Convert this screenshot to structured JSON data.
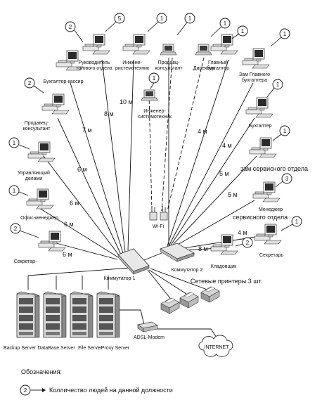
{
  "workstations": [
    {
      "label": [
        "Бухгалтер-кассир"
      ],
      "count": "2"
    },
    {
      "label": [
        "Руководитель",
        "тогового отдела"
      ],
      "count": "5"
    },
    {
      "label": [
        "Инжене-",
        "ристемотехник"
      ],
      "count": "1"
    },
    {
      "label": [
        "Продавц-",
        "консультант"
      ],
      "count": "1"
    },
    {
      "label": [
        "Директор"
      ],
      "count": "1"
    },
    {
      "label": [
        "Главный",
        "бухгалтер"
      ],
      "count": "1"
    },
    {
      "label": [
        "Зам Главного",
        "бухгалтера"
      ],
      "count": "1"
    },
    {
      "label": [
        "Продавец-",
        "консультант"
      ],
      "count": "2"
    },
    {
      "label": [
        "Инженер-",
        "системотехник"
      ],
      "count": "1"
    },
    {
      "label": [
        "Бухгалтер"
      ],
      "count": "1"
    },
    {
      "label": [
        "Управляющий",
        "делами"
      ],
      "count": "1"
    },
    {
      "label": [
        "зам сервисного отдела"
      ],
      "count": "1"
    },
    {
      "label": [
        "Офис-менеджер"
      ],
      "count": "1"
    },
    {
      "label": [
        "Менеджер",
        "сервисного отдела"
      ],
      "count": "3"
    },
    {
      "label": [
        "Секретар-"
      ],
      "count": "2"
    },
    {
      "label": [
        "Секретарь"
      ],
      "count": "1"
    },
    {
      "label": [
        "Кладовщик"
      ],
      "count": "2"
    }
  ],
  "distances": [
    "8 м",
    "10 м",
    "7 м",
    "6 м",
    "6 м",
    "6 м",
    "6 м",
    "4 м",
    "4 м",
    "5 м",
    "5 м",
    "4 м",
    "8 м"
  ],
  "wifi_label": "Wi-Fi",
  "switch1_label": "Коммутатор 1",
  "switch2_label": "Коммутатор 2",
  "printers_label": "Сетевые принтеры 3 шт.",
  "servers": [
    "Backup Server",
    "DataBase Server",
    "File Server",
    "Proxy Server"
  ],
  "modem_label": "ADSL-Modem",
  "internet_label": "INTERNET",
  "legend": {
    "title": "Обозначения:",
    "badge": "2",
    "text": "Колличество людей на данной должности"
  }
}
